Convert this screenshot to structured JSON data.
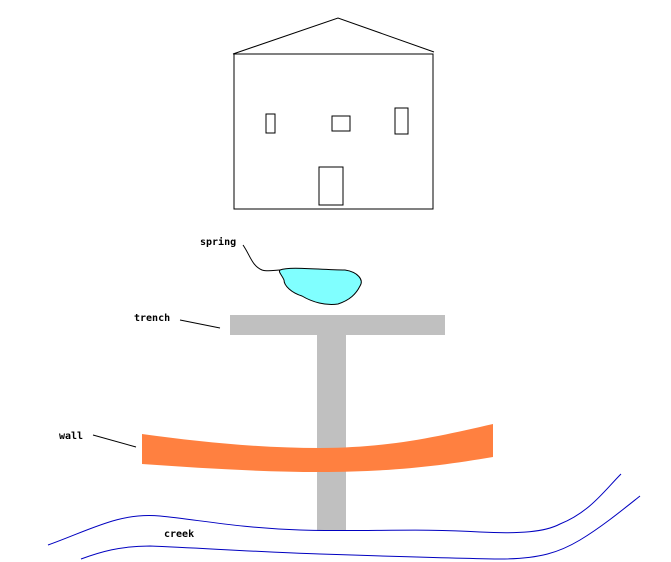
{
  "labels": {
    "spring": "spring",
    "trench": "trench",
    "wall": "wall",
    "creek": "creek"
  },
  "colors": {
    "outline": "#000000",
    "spring_fill": "#80ffff",
    "trench_fill": "#c0c0c0",
    "wall_fill": "#ff8040",
    "creek_line": "#0000c0"
  }
}
